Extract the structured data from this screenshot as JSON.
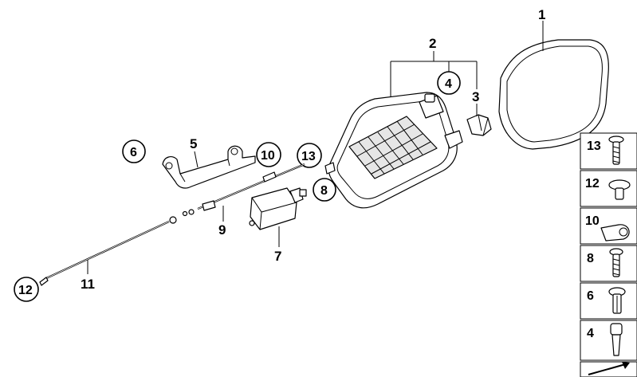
{
  "callouts": {
    "c1": "1",
    "c2": "2",
    "c3": "3",
    "c4": "4",
    "c5": "5",
    "c6": "6",
    "c7": "7",
    "c8": "8",
    "c9": "9",
    "c10": "10",
    "c11": "11",
    "c12": "12",
    "c13": "13"
  },
  "parts_panel": {
    "items": [
      {
        "label": "13",
        "icon": "screw-with-collar-icon"
      },
      {
        "label": "12",
        "icon": "rubber-buffer-icon"
      },
      {
        "label": "10",
        "icon": "cable-clip-icon"
      },
      {
        "label": "8",
        "icon": "self-tapping-screw-icon"
      },
      {
        "label": "6",
        "icon": "expanding-rivet-icon"
      },
      {
        "label": "4",
        "icon": "spreader-nut-icon"
      }
    ]
  }
}
